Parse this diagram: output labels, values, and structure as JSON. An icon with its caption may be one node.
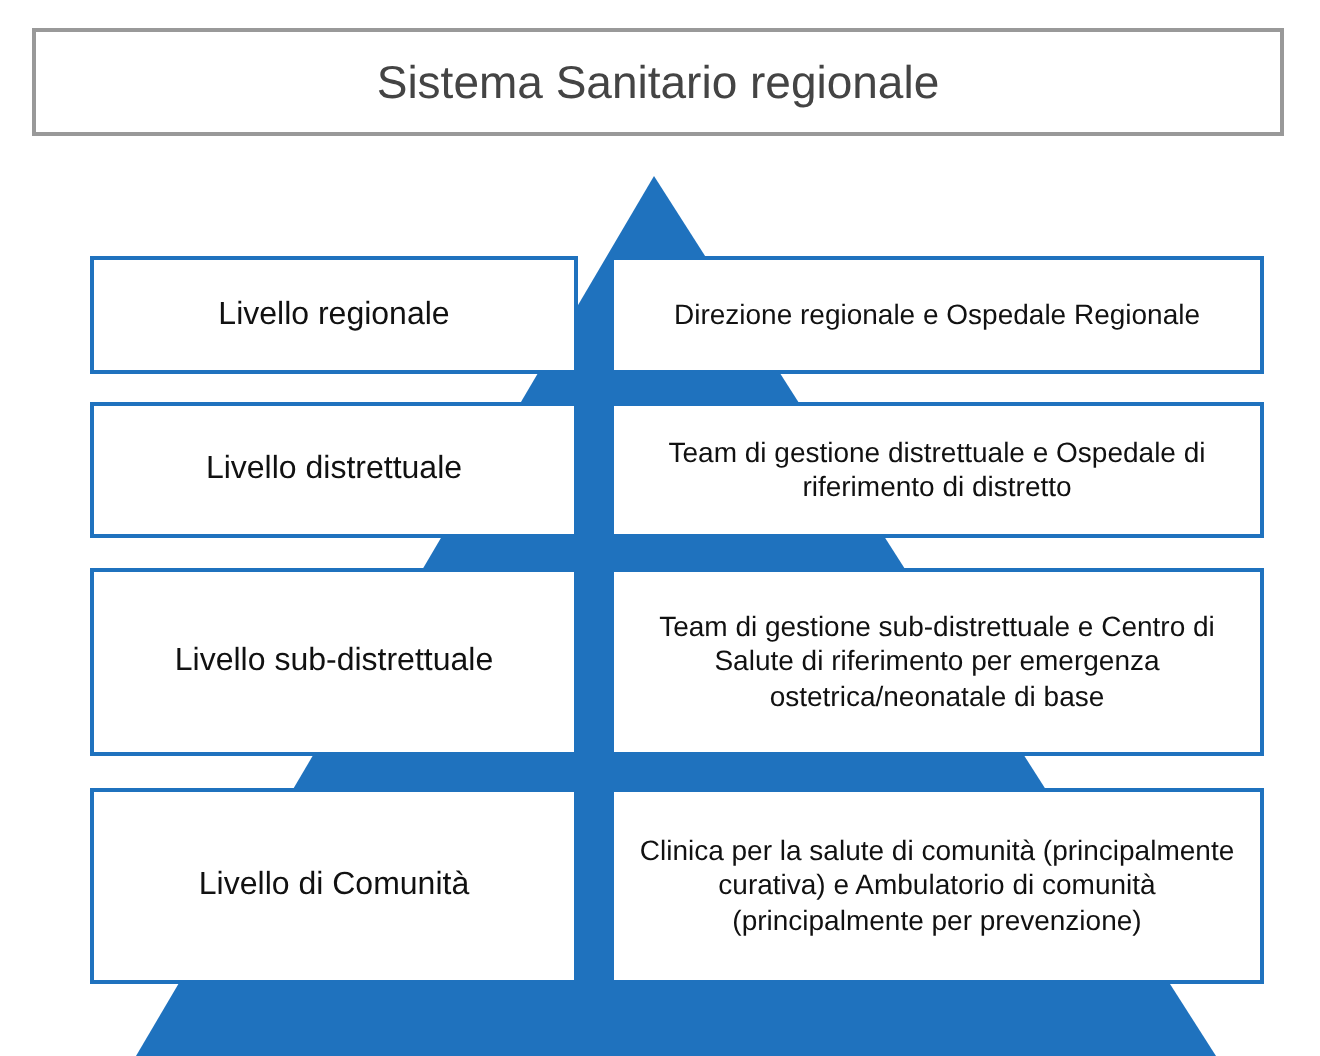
{
  "diagram": {
    "title": "Sistema Sanitario regionale",
    "nodes": [
      {
        "text": [
          "Livello regionale"
        ]
      },
      {
        "text": [
          "Direzione regionale e Ospedale Regionale"
        ]
      },
      {
        "text": [
          "Livello distrettuale"
        ]
      },
      {
        "text": [
          "Team di gestione distrettuale e Ospedale di riferimento di distretto"
        ]
      },
      {
        "text": [
          "Livello sub-distrettuale"
        ]
      },
      {
        "text": [
          "Team di gestione sub-distrettuale e Centro di Salute di riferimento per emergenza ostetrica/neonatale di base"
        ]
      },
      {
        "text": [
          "Livello di Comunità"
        ]
      },
      {
        "text": [
          "Clinica per la salute di comunità (principalmente curativa) e Ambulatorio di comunità (principalmente per prevenzione)"
        ]
      }
    ]
  }
}
